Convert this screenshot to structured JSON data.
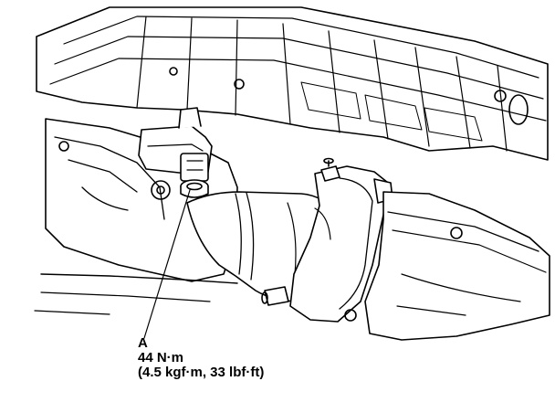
{
  "callout": {
    "letter": "A",
    "torque_nm": "44 N·m",
    "torque_alt": "(4.5 kgf·m, 33 lbf·ft)"
  }
}
